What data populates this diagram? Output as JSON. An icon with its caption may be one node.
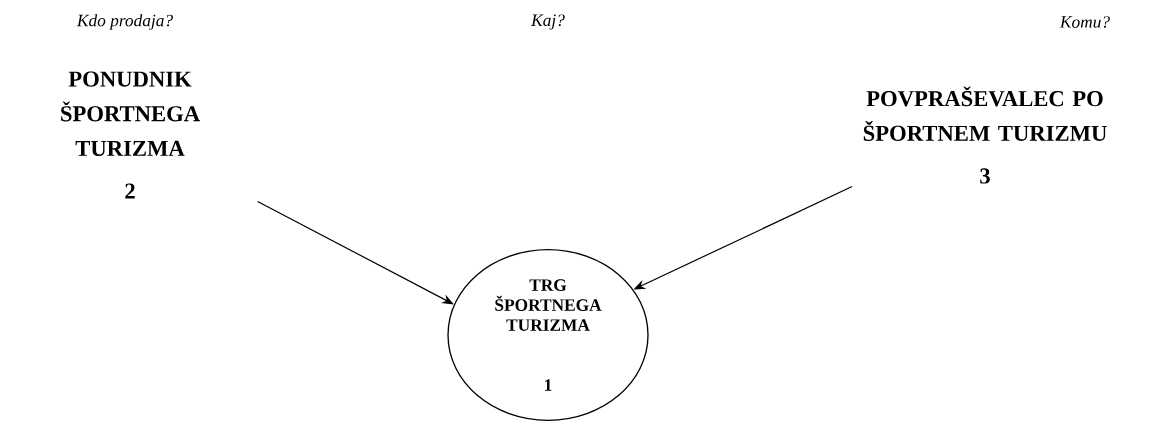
{
  "diagram": {
    "nodes": [
      {
        "text": [
          "TRG ŠPORTNEGA TURIZMA",
          "1"
        ]
      },
      {
        "text": [
          "PONUDNIK ŠPORTNEGA TURIZMA",
          "2"
        ]
      },
      {
        "text": [
          "POVPRAŠEVALEC PO ŠPORTNEM TURIZMU",
          "3"
        ]
      }
    ],
    "edges": [
      {
        "from": 1,
        "to": 0,
        "arrow": "to"
      },
      {
        "from": 2,
        "to": 0,
        "arrow": "to"
      }
    ],
    "labels": [
      "Kdo prodaja?",
      "Kaj?",
      "Komu?"
    ]
  }
}
